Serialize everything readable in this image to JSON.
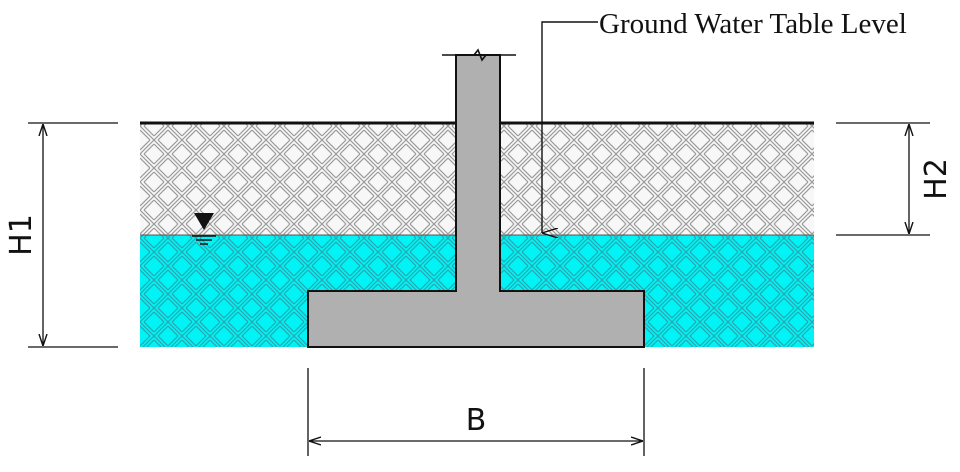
{
  "labels": {
    "callout": "Ground Water Table Level",
    "h1": "H1",
    "h2": "H2",
    "b": "B"
  },
  "colors": {
    "soil_fill": "#f7f7f7",
    "soil_hatch": "#9a9a9a",
    "water_fill": "#00f3f5",
    "water_hatch": "#2aa6b0",
    "concrete": "#b0b0b0",
    "line": "#111111"
  },
  "icons": {
    "water_symbol": "water-level-triangle-icon",
    "break_symbol": "break-line-icon"
  }
}
